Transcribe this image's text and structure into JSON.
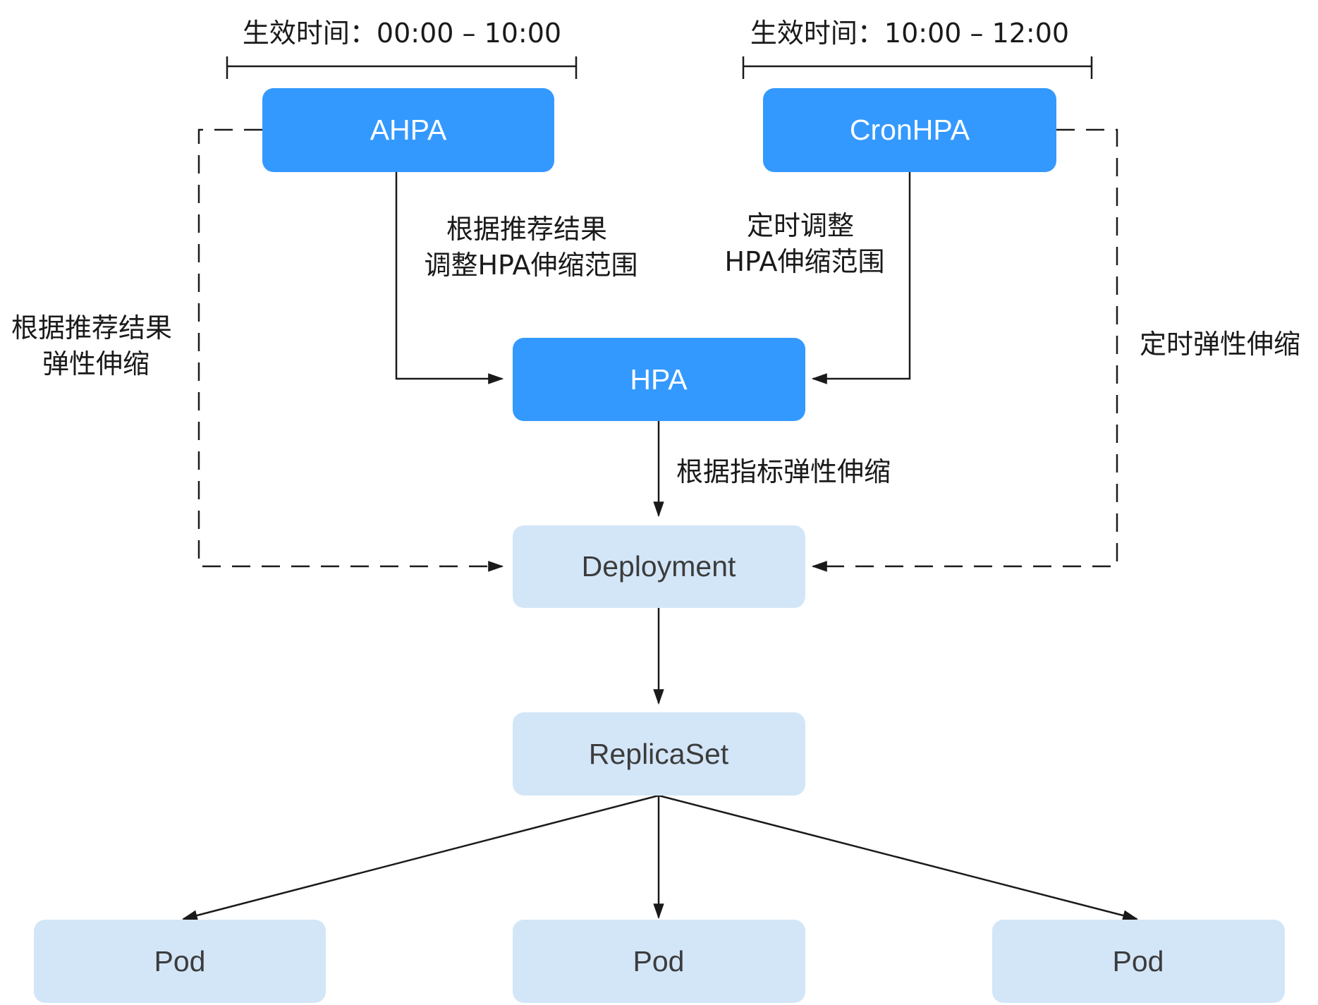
{
  "colors": {
    "primary_fill": "#3399ff",
    "primary_text": "#ffffff",
    "secondary_fill": "#d3e6f8",
    "secondary_text": "#3c3c3c",
    "line": "#1a1a1a"
  },
  "time_ranges": {
    "left": "生效时间：00:00 – 10:00",
    "right": "生效时间：10:00 – 12:00"
  },
  "nodes": {
    "ahpa": "AHPA",
    "cronhpa": "CronHPA",
    "hpa": "HPA",
    "deployment": "Deployment",
    "replicaset": "ReplicaSet",
    "pod_left": "Pod",
    "pod_center": "Pod",
    "pod_right": "Pod"
  },
  "edge_labels": {
    "ahpa_to_hpa": [
      "根据推荐结果",
      "调整HPA伸缩范围"
    ],
    "cronhpa_to_hpa": [
      "定时调整",
      "HPA伸缩范围"
    ],
    "ahpa_to_deployment": [
      "根据推荐结果",
      "弹性伸缩"
    ],
    "cronhpa_to_deployment": [
      "定时弹性伸缩"
    ],
    "hpa_to_deployment": [
      "根据指标弹性伸缩"
    ]
  }
}
